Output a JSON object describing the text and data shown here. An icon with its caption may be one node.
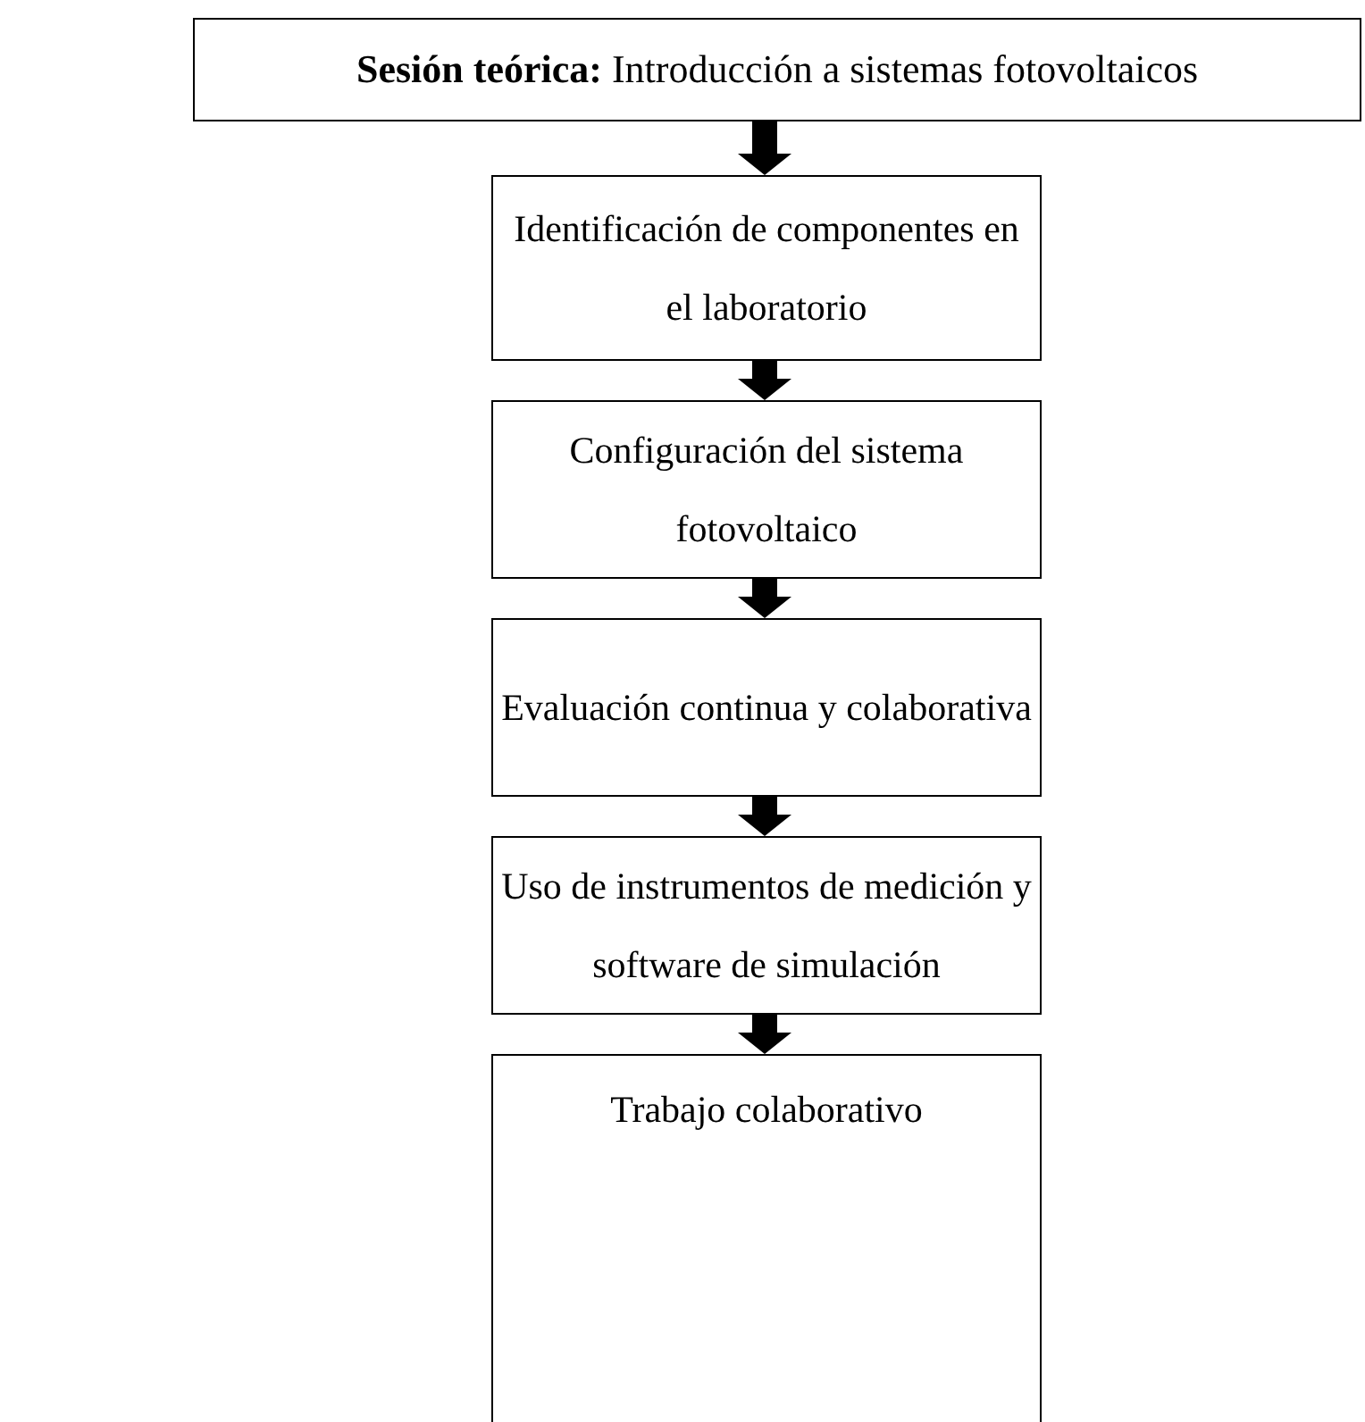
{
  "diagram": {
    "nodes": [
      {
        "text": [
          "**Sesión teórica:** Introducción a sistemas fotovoltaicos"
        ]
      },
      {
        "text": [
          "Identificación de componentes en el laboratorio"
        ]
      },
      {
        "text": [
          "Configuración del sistema fotovoltaico"
        ]
      },
      {
        "text": [
          "Evaluación continua y colaborativa"
        ]
      },
      {
        "text": [
          "Uso de instrumentos de medición y software de simulación"
        ]
      },
      {
        "text": [
          "Trabajo colaborativo"
        ]
      }
    ],
    "edges": [
      {
        "from": 0,
        "to": 1,
        "arrow": "to"
      },
      {
        "from": 1,
        "to": 2,
        "arrow": "to"
      },
      {
        "from": 2,
        "to": 3,
        "arrow": "to"
      },
      {
        "from": 3,
        "to": 4,
        "arrow": "to"
      },
      {
        "from": 4,
        "to": 5,
        "arrow": "to"
      }
    ]
  }
}
